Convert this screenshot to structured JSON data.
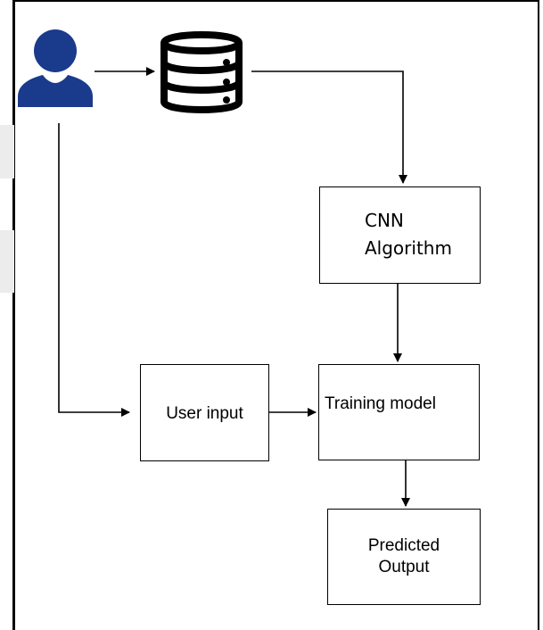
{
  "diagram": {
    "nodes": {
      "cnn": {
        "label": "CNN\nAlgorithm"
      },
      "training": {
        "label": "Training model"
      },
      "user_input": {
        "label": "User input"
      },
      "predicted": {
        "label": "Predicted\nOutput"
      }
    },
    "icons": {
      "user": "user-icon",
      "database": "database-icon"
    },
    "edges": [
      {
        "from": "user",
        "to": "database"
      },
      {
        "from": "database",
        "to": "cnn"
      },
      {
        "from": "cnn",
        "to": "training"
      },
      {
        "from": "user",
        "to": "user_input"
      },
      {
        "from": "user_input",
        "to": "training"
      },
      {
        "from": "training",
        "to": "predicted"
      }
    ]
  },
  "colors": {
    "user_icon": "#1a3a8c",
    "database_icon": "#000000",
    "stroke": "#000000"
  }
}
